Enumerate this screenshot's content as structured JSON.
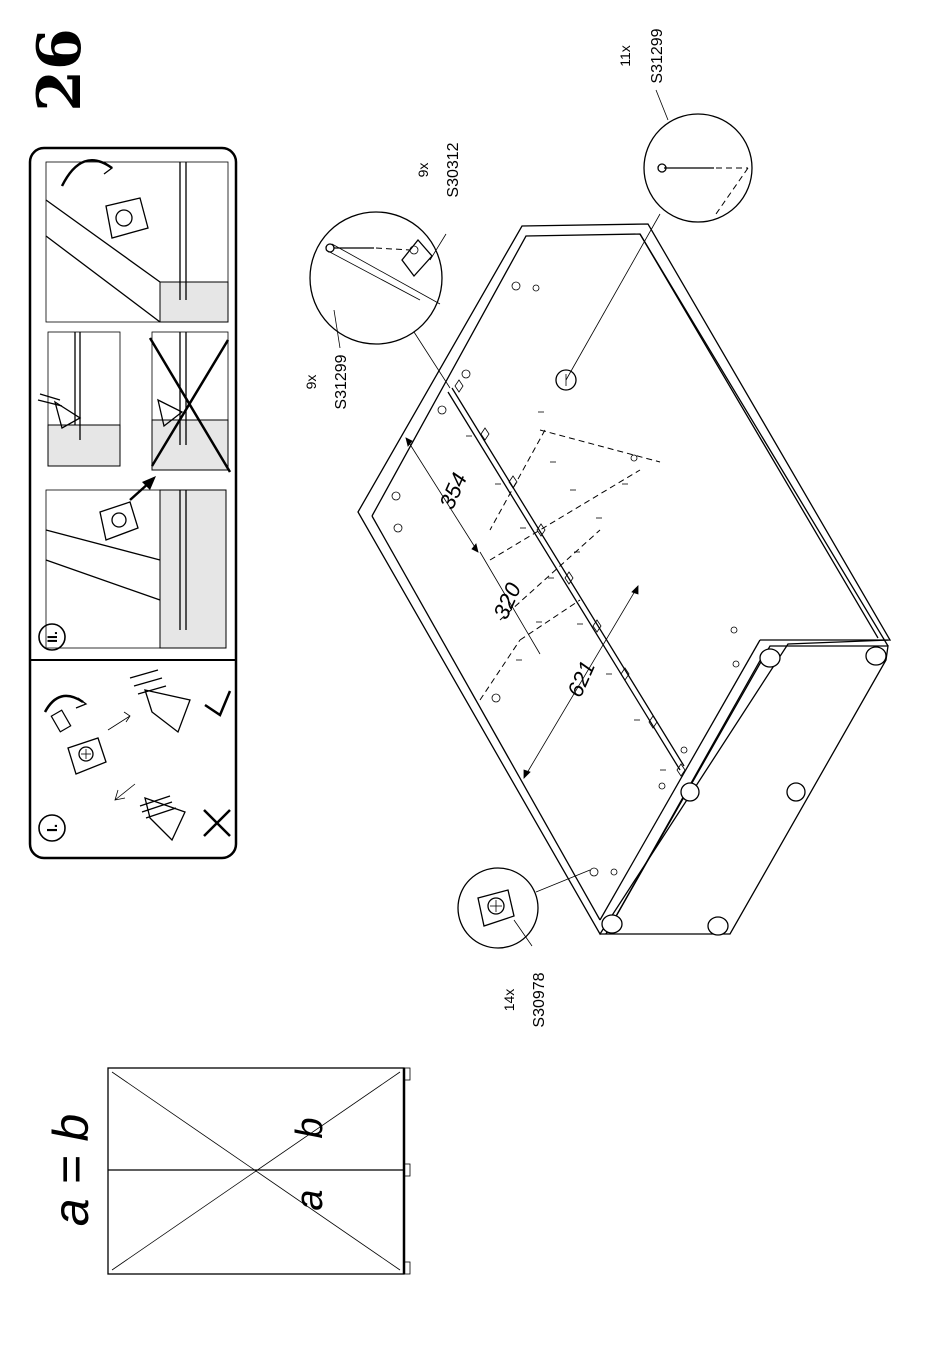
{
  "page": {
    "step_number": "26",
    "equation": "a = b",
    "diag_a": "a",
    "diag_b": "b"
  },
  "instructions": {
    "panel1_label": "I.",
    "panel2_label": "II."
  },
  "callouts": {
    "nail_top": {
      "qty": "11x",
      "code": "S31299"
    },
    "connector": {
      "qty": "9x",
      "code": "S30312"
    },
    "nail_left": {
      "qty": "9x",
      "code": "S31299"
    },
    "cam": {
      "qty": "14x",
      "code": "S30978"
    }
  },
  "dimensions": {
    "d1": "354",
    "d2": "320",
    "d3": "621"
  }
}
